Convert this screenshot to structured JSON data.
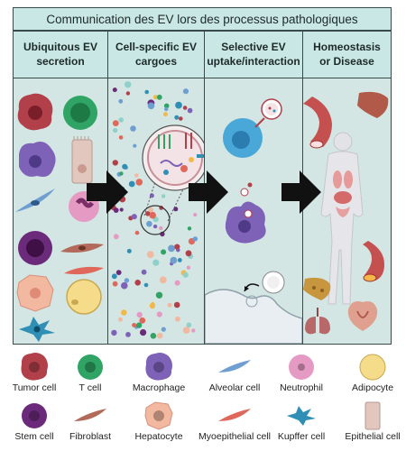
{
  "title": "Communication des EV lors des processus pathologiques",
  "columns": [
    {
      "header": "Ubiquitous EV\nsecretion"
    },
    {
      "header": "Cell-specific EV\ncargoes"
    },
    {
      "header": "Selective EV\nuptake/interaction"
    },
    {
      "header": "Homeostasis\nor Disease"
    }
  ],
  "legend": [
    {
      "label": "Tumor cell",
      "icon": "tumor-cell-icon",
      "color": "#b2404a"
    },
    {
      "label": "T cell",
      "icon": "t-cell-icon",
      "color": "#2fa464"
    },
    {
      "label": "Macrophage",
      "icon": "macrophage-icon",
      "color": "#7e62b8"
    },
    {
      "label": "Alveolar cell",
      "icon": "alveolar-cell-icon",
      "color": "#6f9fd1"
    },
    {
      "label": "Neutrophil",
      "icon": "neutrophil-icon",
      "color": "#e59ac3"
    },
    {
      "label": "Adipocyte",
      "icon": "adipocyte-icon",
      "color": "#f4dc8a"
    },
    {
      "label": "Stem cell",
      "icon": "stem-cell-icon",
      "color": "#6c2a7a"
    },
    {
      "label": "Fibroblast",
      "icon": "fibroblast-icon",
      "color": "#b26a5a"
    },
    {
      "label": "Hepatocyte",
      "icon": "hepatocyte-icon",
      "color": "#f3b8a0"
    },
    {
      "label": "Myoepithelial cell",
      "icon": "myoepithelial-cell-icon",
      "color": "#e0685a"
    },
    {
      "label": "Kupffer cell",
      "icon": "kupffer-cell-icon",
      "color": "#2f8fb5"
    },
    {
      "label": "Epithelial cell",
      "icon": "epithelial-cell-icon",
      "color": "#e2c7bf"
    }
  ],
  "colors": {
    "header_bg": "#c9e7e4",
    "panel_bg": "#d3e6e3",
    "arrow": "#111111"
  }
}
